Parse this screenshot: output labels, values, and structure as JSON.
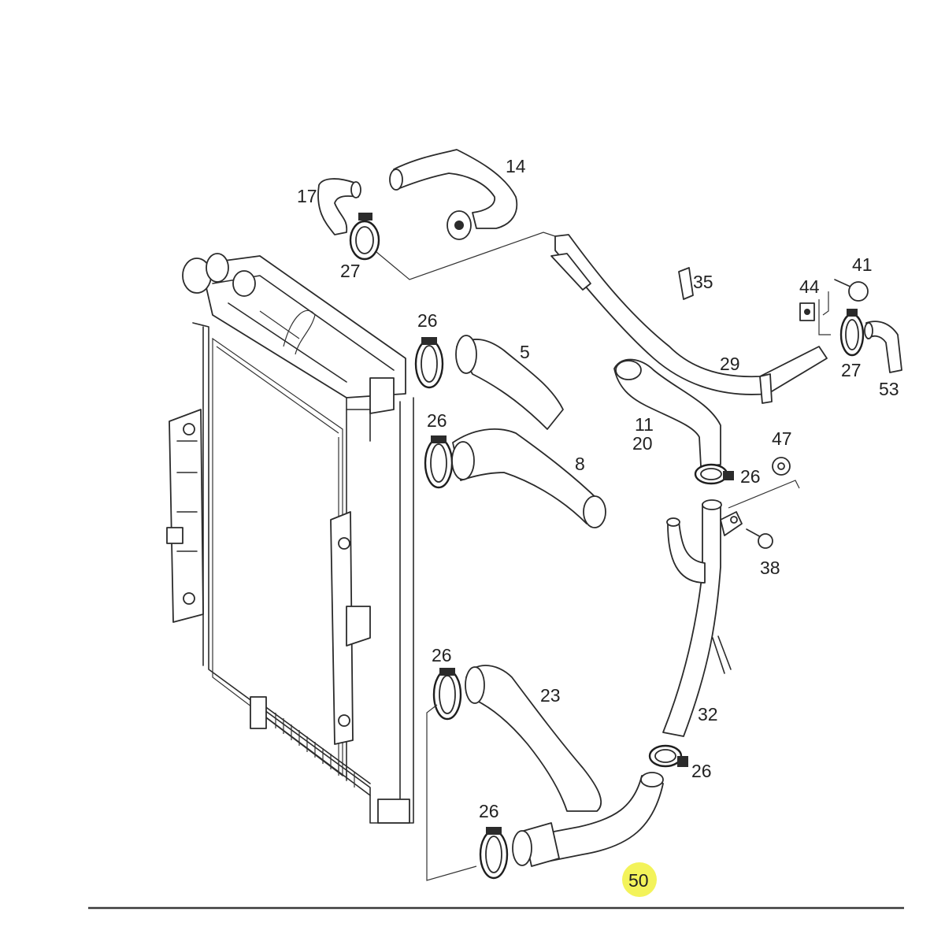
{
  "colors": {
    "line": "#2b2b2b",
    "label": "#222222",
    "highlight": "#f3f35a",
    "background": "#ffffff"
  },
  "part_labels": {
    "p14": "14",
    "p17": "17",
    "p27a": "27",
    "p35": "35",
    "p41": "41",
    "p44": "44",
    "p26a": "26",
    "p5": "5",
    "p29": "29",
    "p27b": "27",
    "p53": "53",
    "p26b": "26",
    "p8": "8",
    "p11": "11",
    "p20": "20",
    "p47": "47",
    "p26c": "26",
    "p38": "38",
    "p26d": "26",
    "p23": "23",
    "p32": "32",
    "p26e": "26",
    "p26f": "26",
    "p50": "50"
  }
}
